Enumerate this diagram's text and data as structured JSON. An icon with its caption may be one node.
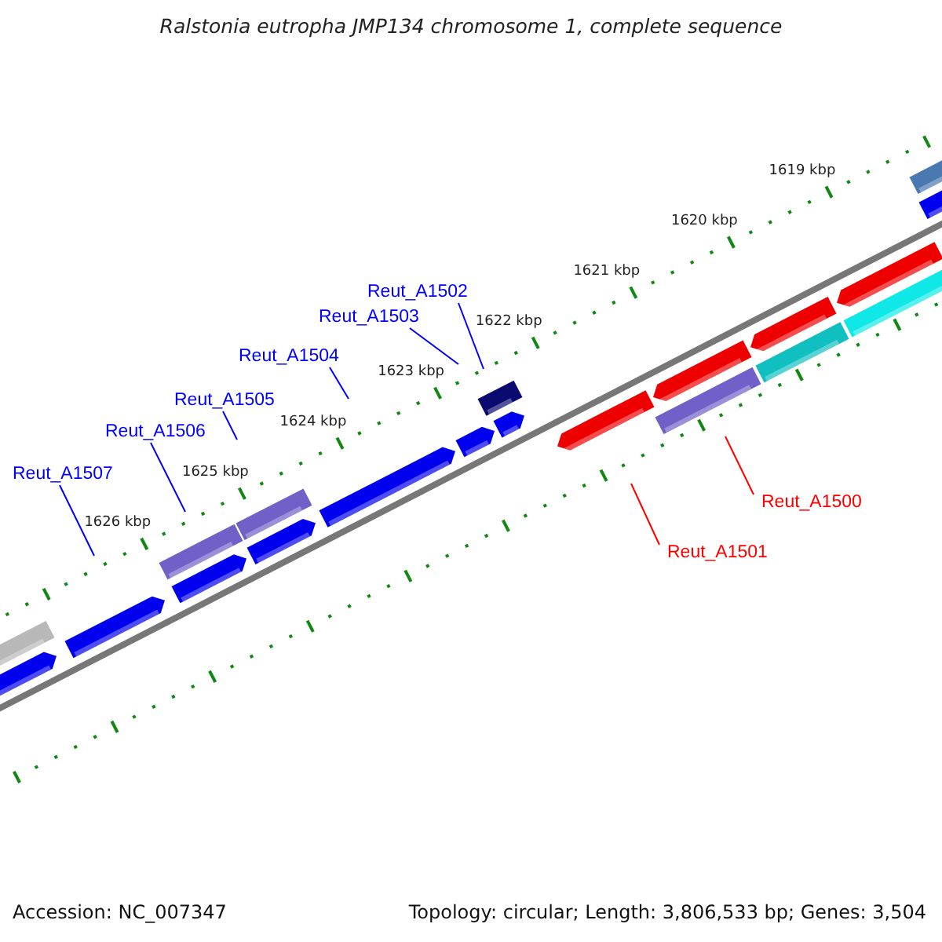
{
  "diagram": {
    "title": "Ralstonia eutropha JMP134 chromosome 1, complete sequence",
    "nodes": [
      {
        "text": [
          "Reut_A1502"
        ]
      },
      {
        "text": [
          "Reut_A1503"
        ]
      },
      {
        "text": [
          "Reut_A1504"
        ]
      },
      {
        "text": [
          "Reut_A1505"
        ]
      },
      {
        "text": [
          "Reut_A1506"
        ]
      },
      {
        "text": [
          "Reut_A1507"
        ]
      },
      {
        "text": [
          "Reut_A1500"
        ]
      },
      {
        "text": [
          "Reut_A1501"
        ]
      }
    ],
    "edges": [
      {
        "from": 0,
        "to": null,
        "arrow": "none"
      },
      {
        "from": 1,
        "to": null,
        "arrow": "none"
      },
      {
        "from": 2,
        "to": null,
        "arrow": "none"
      },
      {
        "from": 3,
        "to": null,
        "arrow": "none"
      },
      {
        "from": 4,
        "to": null,
        "arrow": "none"
      },
      {
        "from": 5,
        "to": null,
        "arrow": "none"
      },
      {
        "from": 6,
        "to": null,
        "arrow": "none",
        "color": "#ff0000"
      },
      {
        "from": 7,
        "to": null,
        "arrow": "none",
        "color": "#ff0000"
      }
    ],
    "labels": [
      "1619 kbp",
      "1620 kbp",
      "1621 kbp",
      "1622 kbp",
      "1623 kbp",
      "1624 kbp",
      "1625 kbp",
      "1626 kbp",
      "Accession: NC_007347",
      "Topology: circular; Length: 3,806,533 bp; Genes: 3,504"
    ]
  }
}
